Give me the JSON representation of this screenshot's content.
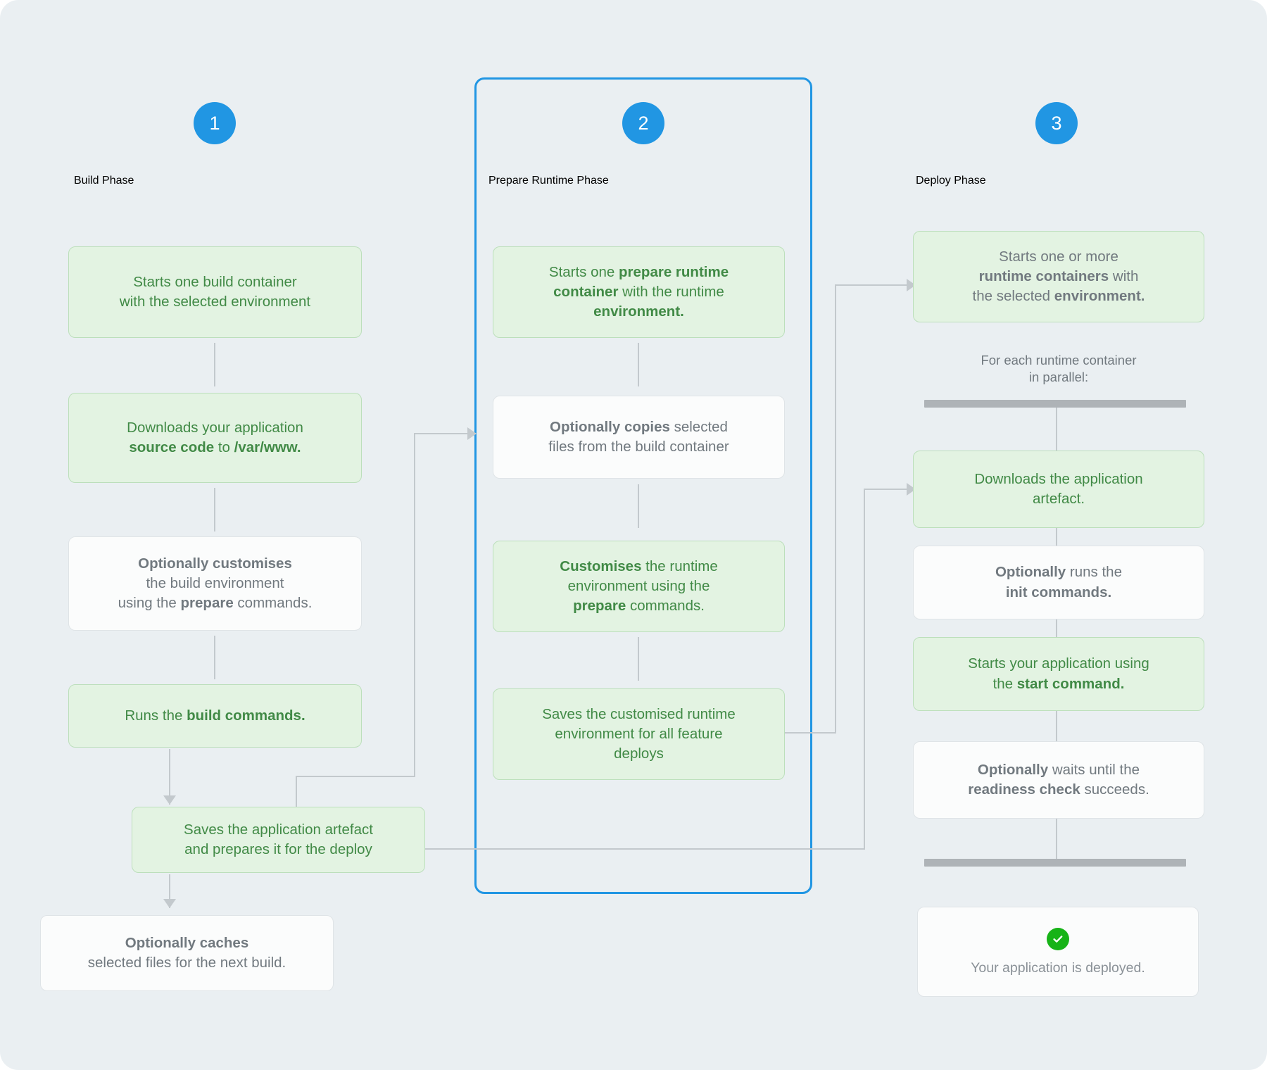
{
  "diagram": {
    "title": "Build / Prepare Runtime / Deploy phases",
    "accent_color": "#2196e3",
    "green_bg": "#e3f3e2",
    "green_text": "#418a46",
    "gray_text": "#71797f",
    "success_color": "#17b317",
    "page_bg": "#eaeff2"
  },
  "phases": [
    {
      "number": "1",
      "title": "Build Phase",
      "highlighted": false,
      "steps": [
        {
          "id": "build-start-container",
          "style": "green",
          "lines": [
            [
              {
                "t": "Starts one build container",
                "b": false
              }
            ],
            [
              {
                "t": "with the selected environment",
                "b": false
              }
            ]
          ]
        },
        {
          "id": "build-download-source",
          "style": "green",
          "lines": [
            [
              {
                "t": "Downloads your application",
                "b": false
              }
            ],
            [
              {
                "t": "source code",
                "b": true
              },
              {
                "t": " to ",
                "b": false
              },
              {
                "t": "/var/www.",
                "b": true
              }
            ]
          ]
        },
        {
          "id": "build-optionally-customises",
          "style": "white",
          "lines": [
            [
              {
                "t": "Optionally customises",
                "b": true
              }
            ],
            [
              {
                "t": "the build environment",
                "b": false
              }
            ],
            [
              {
                "t": "using the ",
                "b": false
              },
              {
                "t": "prepare",
                "b": true
              },
              {
                "t": " commands.",
                "b": false
              }
            ]
          ]
        },
        {
          "id": "build-run-commands",
          "style": "green",
          "lines": [
            [
              {
                "t": "Runs the ",
                "b": false
              },
              {
                "t": "build commands.",
                "b": true
              }
            ]
          ]
        },
        {
          "id": "build-save-artefact",
          "style": "green",
          "lines": [
            [
              {
                "t": "Saves the application artefact",
                "b": false
              }
            ],
            [
              {
                "t": "and prepares it for the deploy",
                "b": false
              }
            ]
          ]
        },
        {
          "id": "build-optionally-caches",
          "style": "white",
          "lines": [
            [
              {
                "t": "Optionally caches",
                "b": true
              }
            ],
            [
              {
                "t": "selected files for the next build.",
                "b": false
              }
            ]
          ]
        }
      ]
    },
    {
      "number": "2",
      "title": "Prepare Runtime Phase",
      "highlighted": true,
      "steps": [
        {
          "id": "prepare-start-container",
          "style": "green",
          "lines": [
            [
              {
                "t": "Starts one ",
                "b": false
              },
              {
                "t": "prepare runtime",
                "b": true
              }
            ],
            [
              {
                "t": "container",
                "b": true
              },
              {
                "t": " with the runtime",
                "b": false
              }
            ],
            [
              {
                "t": "environment.",
                "b": true
              }
            ]
          ]
        },
        {
          "id": "prepare-optionally-copies",
          "style": "white",
          "lines": [
            [
              {
                "t": "Optionally copies",
                "b": true
              },
              {
                "t": " selected",
                "b": false
              }
            ],
            [
              {
                "t": "files from the build container",
                "b": false
              }
            ]
          ]
        },
        {
          "id": "prepare-customises-runtime",
          "style": "green",
          "lines": [
            [
              {
                "t": "Customises",
                "b": true
              },
              {
                "t": " the runtime",
                "b": false
              }
            ],
            [
              {
                "t": "environment using the",
                "b": false
              }
            ],
            [
              {
                "t": "prepare",
                "b": true
              },
              {
                "t": " commands.",
                "b": false
              }
            ]
          ]
        },
        {
          "id": "prepare-saves-runtime",
          "style": "green",
          "lines": [
            [
              {
                "t": "Saves the customised runtime",
                "b": false
              }
            ],
            [
              {
                "t": "environment for all feature",
                "b": false
              }
            ],
            [
              {
                "t": "deploys",
                "b": false
              }
            ]
          ]
        }
      ]
    },
    {
      "number": "3",
      "title": "Deploy Phase",
      "highlighted": false,
      "note": [
        "For each runtime container",
        "in parallel:"
      ],
      "steps": [
        {
          "id": "deploy-start-containers",
          "style": "green-gray",
          "lines": [
            [
              {
                "t": "Starts one or more",
                "b": false
              }
            ],
            [
              {
                "t": "runtime containers",
                "b": true
              },
              {
                "t": " with",
                "b": false
              }
            ],
            [
              {
                "t": "the selected ",
                "b": false
              },
              {
                "t": "environment.",
                "b": true
              }
            ]
          ]
        },
        {
          "id": "deploy-download-artefact",
          "style": "green",
          "lines": [
            [
              {
                "t": "Downloads the application",
                "b": false
              }
            ],
            [
              {
                "t": "artefact.",
                "b": false
              }
            ]
          ]
        },
        {
          "id": "deploy-init-commands",
          "style": "white",
          "lines": [
            [
              {
                "t": "Optionally",
                "b": true
              },
              {
                "t": " runs the",
                "b": false
              }
            ],
            [
              {
                "t": "init commands.",
                "b": true
              }
            ]
          ]
        },
        {
          "id": "deploy-start-application",
          "style": "green",
          "lines": [
            [
              {
                "t": "Starts your application using",
                "b": false
              }
            ],
            [
              {
                "t": "the ",
                "b": false
              },
              {
                "t": "start command.",
                "b": true
              }
            ]
          ]
        },
        {
          "id": "deploy-readiness-check",
          "style": "white",
          "lines": [
            [
              {
                "t": "Optionally",
                "b": true
              },
              {
                "t": " waits until the",
                "b": false
              }
            ],
            [
              {
                "t": "readiness check",
                "b": true
              },
              {
                "t": " succeeds.",
                "b": false
              }
            ]
          ]
        }
      ],
      "success": {
        "icon": "check-circle-icon",
        "text": "Your application is deployed."
      }
    }
  ]
}
